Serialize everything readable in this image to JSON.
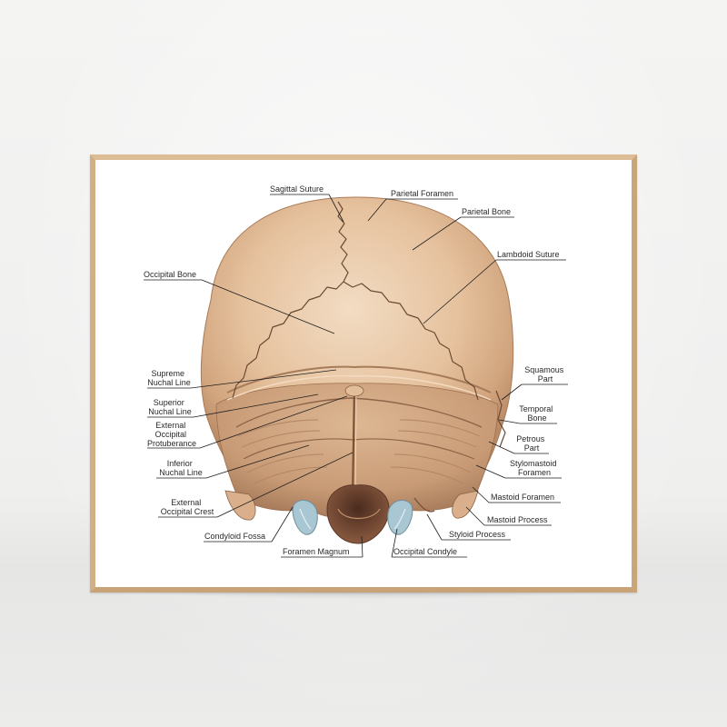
{
  "labels": {
    "sagittal_suture": "Sagittal Suture",
    "parietal_foramen": "Parietal Foramen",
    "parietal_bone": "Parietal Bone",
    "lambdoid_suture": "Lambdoid Suture",
    "occipital_bone": "Occipital Bone",
    "supreme_nuchal_line": [
      "Supreme",
      "Nuchal Line"
    ],
    "superior_nuchal_line": [
      "Superior",
      "Nuchal Line"
    ],
    "external_occipital_protuberance": [
      "External",
      "Occipital",
      "Protuberance"
    ],
    "inferior_nuchal_line": [
      "Inferior",
      "Nuchal Line"
    ],
    "external_occipital_crest": [
      "External",
      "Occipital Crest"
    ],
    "condyloid_fossa": "Condyloid Fossa",
    "foramen_magnum": "Foramen Magnum",
    "occipital_condyle": "Occipital Condyle",
    "styloid_process": "Styloid Process",
    "mastoid_process": "Mastoid Process",
    "mastoid_foramen": "Mastoid Foramen",
    "stylomastoid_foramen": [
      "Stylomastoid",
      "Foramen"
    ],
    "petrous_part": [
      "Petrous",
      "Part"
    ],
    "temporal_bone": [
      "Temporal",
      "Bone"
    ],
    "squamous_part": [
      "Squamous",
      "Part"
    ]
  },
  "colors": {
    "frame": "#d7b68c",
    "bone": "#e8c9a6",
    "bone_shadow": "#b98d6a",
    "cartilage": "#a9c6d3"
  }
}
